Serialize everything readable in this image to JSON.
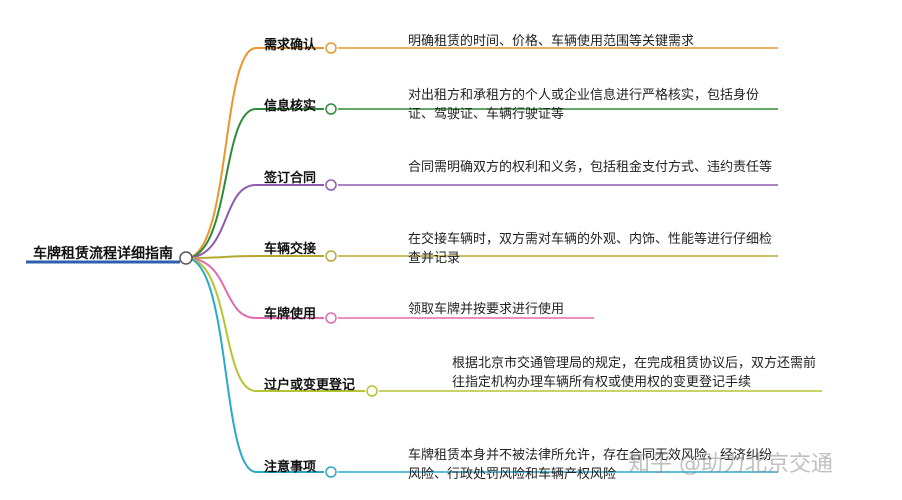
{
  "root": {
    "label": "车牌租赁流程详细指南"
  },
  "branches": [
    {
      "label": "需求确认",
      "desc": "明确租赁的时间、价格、车辆使用范围等关键需求",
      "color": "#e8962e"
    },
    {
      "label": "信息核实",
      "desc": "对出租方和承租方的个人或企业信息进行严格核实，包括身份证、驾驶证、车辆行驶证等",
      "color": "#2e8b3a"
    },
    {
      "label": "签订合同",
      "desc": "合同需明确双方的权利和义务，包括租金支付方式、违约责任等",
      "color": "#8e5bb0"
    },
    {
      "label": "车辆交接",
      "desc": "在交接车辆时，双方需对车辆的外观、内饰、性能等进行仔细检查并记录",
      "color": "#b5a832"
    },
    {
      "label": "车牌使用",
      "desc": "领取车牌并按要求进行使用",
      "color": "#e06bb0"
    },
    {
      "label": "过户或变更登记",
      "desc": "根据北京市交通管理局的规定，在完成租赁协议后，双方还需前往指定机构办理车辆所有权或使用权的变更登记手续",
      "color": "#b5c432"
    },
    {
      "label": "注意事项",
      "desc": "车牌租赁本身并不被法律所允许，存在合同无效风险、经济纠纷风险、行政处罚风险和车辆产权风险",
      "color": "#2aa8c8"
    }
  ],
  "watermark": "知乎 @助力北京交通"
}
